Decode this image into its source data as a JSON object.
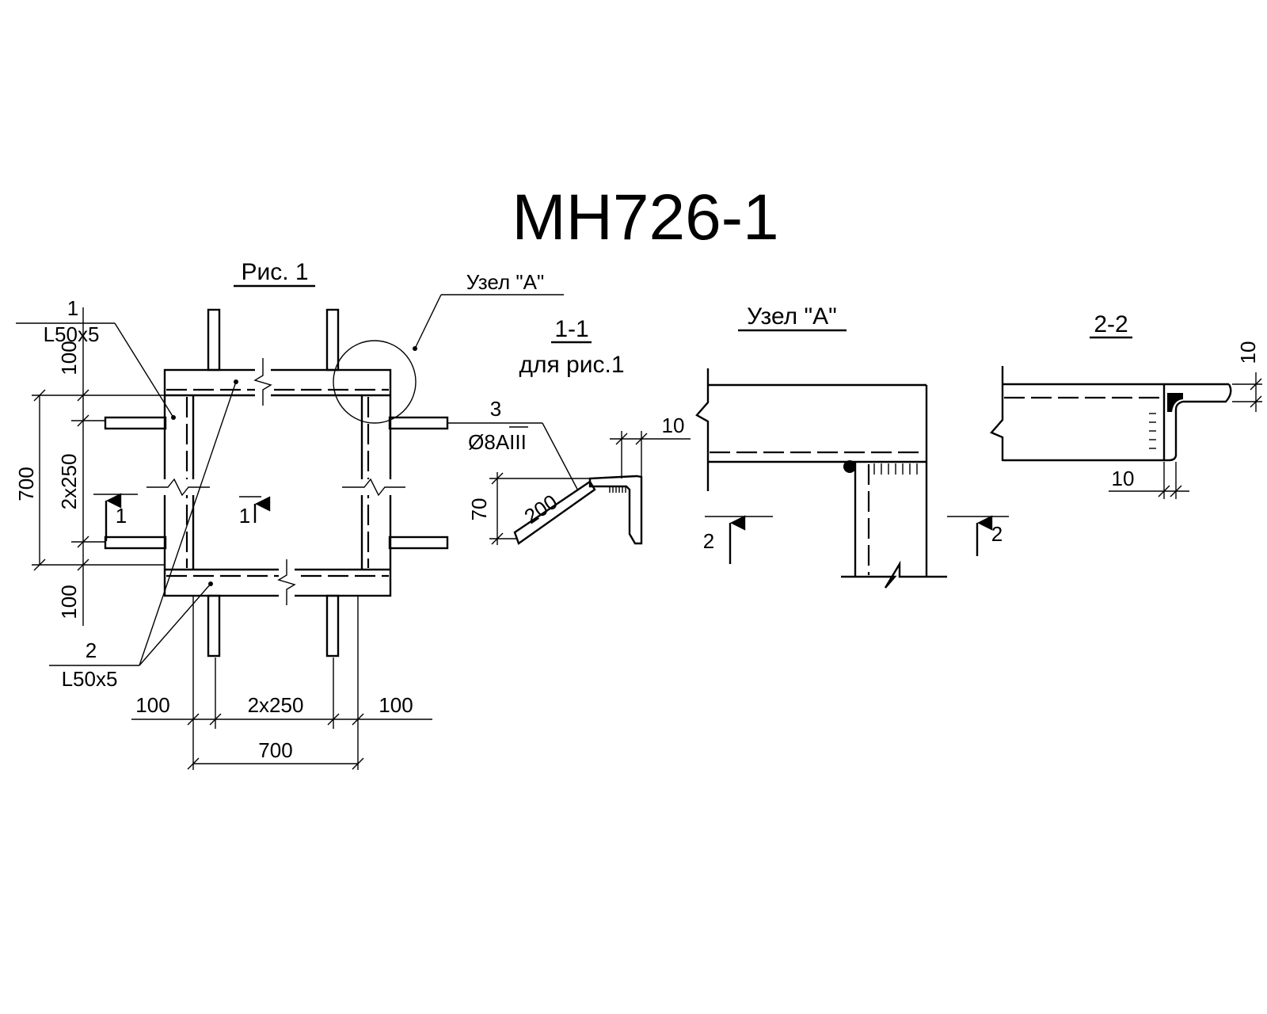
{
  "title": "МН726-1",
  "views": {
    "plan": {
      "heading": "Рис. 1"
    },
    "section_1_1": {
      "heading": "1-1",
      "subheading": "для рис.1"
    },
    "node_a": {
      "heading": "Узел \"А\""
    },
    "section_2_2": {
      "heading": "2-2"
    }
  },
  "callouts": {
    "node_a_ref": "Узел \"А\"",
    "pos1_number": "1",
    "pos1_profile": "L50x5",
    "pos2_number": "2",
    "pos2_profile": "L50x5",
    "pos3_number": "3",
    "pos3_bar": "Ø8АIII"
  },
  "dimensions": {
    "left_top": "100",
    "left_mid": "2x250",
    "left_bottom": "100",
    "left_total": "700",
    "bottom_left": "100",
    "bottom_mid": "2x250",
    "bottom_right": "100",
    "bottom_total": "700",
    "bar_length": "200",
    "bar_height": "70",
    "bar_offset": "10",
    "flange_top": "10",
    "flange_bottom": "10"
  },
  "section_marks": {
    "plan_left": "1",
    "plan_center": "1",
    "node_left": "2",
    "node_right": "2"
  }
}
